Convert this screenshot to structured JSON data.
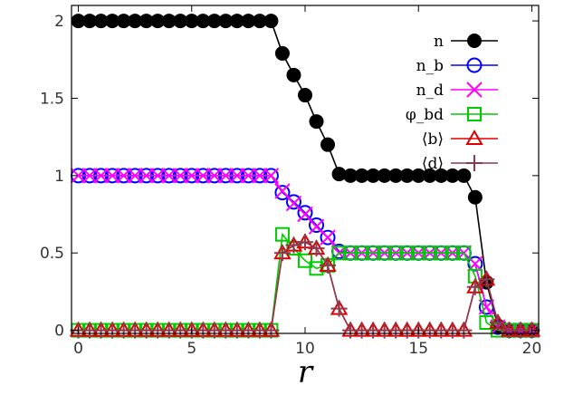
{
  "chart_data": {
    "type": "line",
    "xlabel": "r",
    "ylabel": "",
    "xlim": [
      -0.3,
      20.3
    ],
    "ylim": [
      -0.02,
      2.1
    ],
    "xticks": [
      "0",
      "5",
      "10",
      "15",
      "20"
    ],
    "yticks": [
      "0",
      "0.5",
      "1",
      "1.5",
      "2"
    ],
    "grid": false,
    "legend_position": "top-right",
    "x": [
      0,
      0.5,
      1,
      1.5,
      2,
      2.5,
      3,
      3.5,
      4,
      4.5,
      5,
      5.5,
      6,
      6.5,
      7,
      7.5,
      8,
      8.5,
      9,
      9.5,
      10,
      10.5,
      11,
      11.5,
      12,
      12.5,
      13,
      13.5,
      14,
      14.5,
      15,
      15.5,
      16,
      16.5,
      17,
      17.5,
      18,
      18.5,
      19,
      19.5,
      20
    ],
    "series": [
      {
        "name": "n",
        "color": "#000000",
        "marker": "filled-circle",
        "values": [
          2,
          2,
          2,
          2,
          2,
          2,
          2,
          2,
          2,
          2,
          2,
          2,
          2,
          2,
          2,
          2,
          2,
          2,
          1.79,
          1.65,
          1.52,
          1.35,
          1.2,
          1.01,
          1,
          1,
          1,
          1,
          1,
          1,
          1,
          1,
          1,
          1,
          1,
          0.86,
          0.31,
          0.03,
          0,
          0,
          0
        ]
      },
      {
        "name": "n_b",
        "color": "#0000ff",
        "marker": "circle",
        "values": [
          1,
          1,
          1,
          1,
          1,
          1,
          1,
          1,
          1,
          1,
          1,
          1,
          1,
          1,
          1,
          1,
          1,
          1,
          0.89,
          0.83,
          0.76,
          0.68,
          0.6,
          0.51,
          0.5,
          0.5,
          0.5,
          0.5,
          0.5,
          0.5,
          0.5,
          0.5,
          0.5,
          0.5,
          0.5,
          0.43,
          0.15,
          0.02,
          0,
          0,
          0
        ]
      },
      {
        "name": "n_d",
        "color": "#ff00ff",
        "marker": "x",
        "values": [
          1,
          1,
          1,
          1,
          1,
          1,
          1,
          1,
          1,
          1,
          1,
          1,
          1,
          1,
          1,
          1,
          1,
          1,
          0.9,
          0.82,
          0.75,
          0.67,
          0.6,
          0.5,
          0.5,
          0.5,
          0.5,
          0.5,
          0.5,
          0.5,
          0.5,
          0.5,
          0.5,
          0.5,
          0.5,
          0.43,
          0.15,
          0.02,
          0,
          0,
          0
        ]
      },
      {
        "name": "φ_bd",
        "color": "#00cc00",
        "marker": "square",
        "values": [
          0,
          0,
          0,
          0,
          0,
          0,
          0,
          0,
          0,
          0,
          0,
          0,
          0,
          0,
          0,
          0,
          0,
          0,
          0.62,
          0.53,
          0.45,
          0.4,
          0.42,
          0.5,
          0.5,
          0.5,
          0.5,
          0.5,
          0.5,
          0.5,
          0.5,
          0.5,
          0.5,
          0.5,
          0.5,
          0.35,
          0.05,
          0,
          0,
          0,
          0
        ]
      },
      {
        "name": "⟨b⟩",
        "color": "#dd0000",
        "marker": "triangle",
        "values": [
          0,
          0,
          0,
          0,
          0,
          0,
          0,
          0,
          0,
          0,
          0,
          0,
          0,
          0,
          0,
          0,
          0,
          0,
          0.5,
          0.55,
          0.57,
          0.53,
          0.42,
          0.14,
          0,
          0,
          0,
          0,
          0,
          0,
          0,
          0,
          0,
          0,
          0,
          0.28,
          0.33,
          0.05,
          0,
          0,
          0
        ]
      },
      {
        "name": "⟨d⟩",
        "color": "#8b3a50",
        "marker": "plus",
        "values": [
          0,
          0,
          0,
          0,
          0,
          0,
          0,
          0,
          0,
          0,
          0,
          0,
          0,
          0,
          0,
          0,
          0,
          0,
          0.5,
          0.55,
          0.57,
          0.53,
          0.42,
          0.14,
          0,
          0,
          0,
          0,
          0,
          0,
          0,
          0,
          0,
          0,
          0,
          0.28,
          0.33,
          0.05,
          0,
          0,
          0
        ]
      }
    ]
  }
}
